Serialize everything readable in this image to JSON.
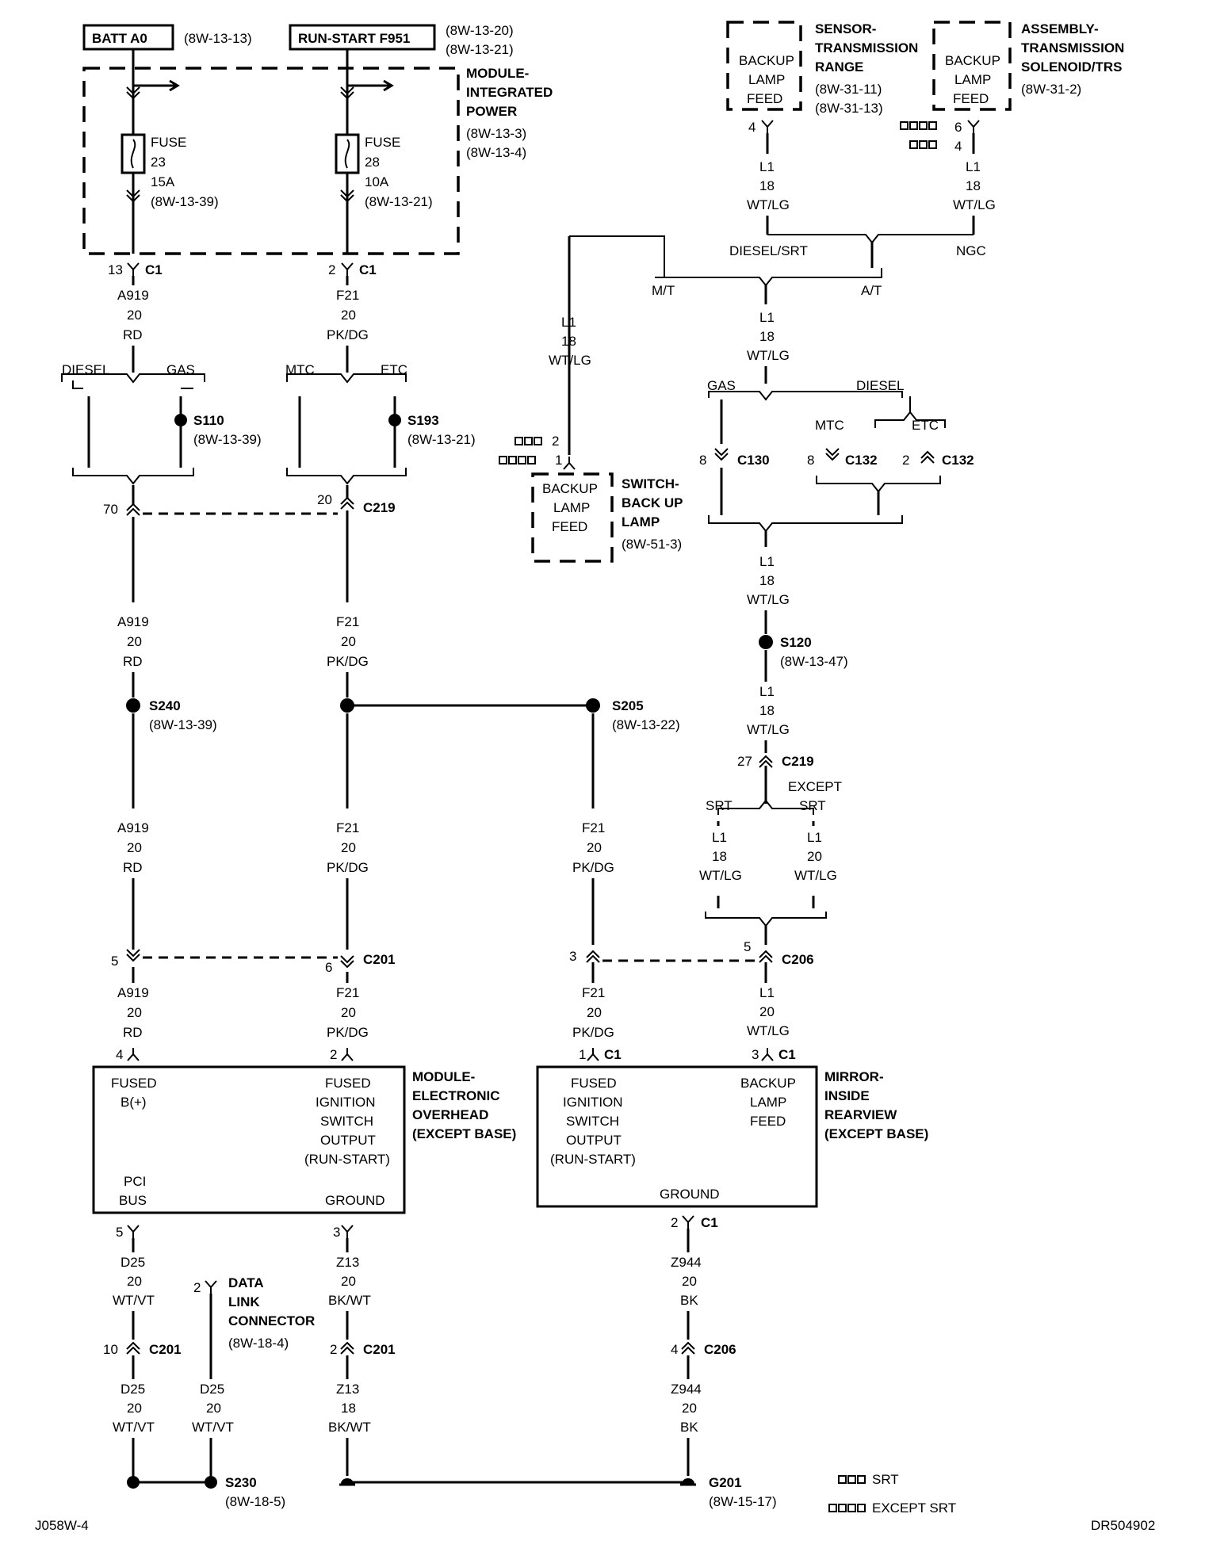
{
  "top": {
    "batt_label": "BATT A0",
    "batt_ref": "(8W-13-13)",
    "run_label": "RUN-START F951",
    "run_ref1": "(8W-13-20)",
    "run_ref2": "(8W-13-21)",
    "module_name": [
      "MODULE-",
      "INTEGRATED",
      "POWER"
    ],
    "module_ref1": "(8W-13-3)",
    "module_ref2": "(8W-13-4)",
    "fuse1": [
      "FUSE",
      "23",
      "15A",
      "(8W-13-39)"
    ],
    "fuse2": [
      "FUSE",
      "28",
      "10A",
      "(8W-13-21)"
    ],
    "c1_13": "13",
    "c1_2": "2",
    "c1": "C1"
  },
  "left_wires": {
    "a919": [
      "A919",
      "20",
      "RD"
    ],
    "f21": [
      "F21",
      "20",
      "PK/DG"
    ],
    "diesel": "DIESEL",
    "gas": "GAS",
    "mtc": "MTC",
    "etc": "ETC",
    "s110": "S110",
    "s110_ref": "(8W-13-39)",
    "s193": "S193",
    "s193_ref": "(8W-13-21)",
    "pin70": "70",
    "pin20": "20",
    "c219": "C219",
    "s240": "S240",
    "s240_ref": "(8W-13-39)",
    "s205": "S205",
    "s205_ref": "(8W-13-22)",
    "pin5": "5",
    "pin6": "6",
    "c201": "C201",
    "pin3": "3",
    "pin5b": "5",
    "c206": "C206",
    "pin4": "4",
    "pin2": "2",
    "pin1": "1",
    "pin3b": "3"
  },
  "right_top": {
    "sensor_box": [
      "BACKUP",
      "LAMP",
      "FEED"
    ],
    "sensor_name": [
      "SENSOR-",
      "TRANSMISSION",
      "RANGE"
    ],
    "sensor_ref1": "(8W-31-11)",
    "sensor_ref2": "(8W-31-13)",
    "assy_box": [
      "BACKUP",
      "LAMP",
      "FEED"
    ],
    "assy_name": [
      "ASSEMBLY-",
      "TRANSMISSION",
      "SOLENOID/TRS"
    ],
    "assy_ref": "(8W-31-2)",
    "pin4": "4",
    "pin6": "6",
    "pin4b": "4",
    "l1_18": [
      "L1",
      "18",
      "WT/LG"
    ],
    "l1_20": [
      "L1",
      "20",
      "WT/LG"
    ],
    "diesel_srt": "DIESEL/SRT",
    "ngc": "NGC",
    "mt": "M/T",
    "at": "A/T",
    "gas": "GAS",
    "diesel": "DIESEL",
    "mtc": "MTC",
    "etc": "ETC",
    "c130_pin": "8",
    "c130": "C130",
    "c132_pin8": "8",
    "c132_pin2": "2",
    "c132": "C132",
    "switch_box": [
      "BACKUP",
      "LAMP",
      "FEED"
    ],
    "switch_name": [
      "SWITCH-",
      "BACK UP",
      "LAMP"
    ],
    "switch_ref": "(8W-51-3)",
    "switch_pin2": "2",
    "switch_pin1": "1",
    "s120": "S120",
    "s120_ref": "(8W-13-47)",
    "c219_pin": "27",
    "c219": "C219",
    "srt": "SRT",
    "except_srt": [
      "EXCEPT",
      "SRT"
    ]
  },
  "modules": {
    "overhead_left": [
      "FUSED",
      "B(+)"
    ],
    "overhead_right": [
      "FUSED",
      "IGNITION",
      "SWITCH",
      "OUTPUT",
      "(RUN-START)"
    ],
    "overhead_pci": [
      "PCI",
      "BUS"
    ],
    "overhead_ground": "GROUND",
    "overhead_name": [
      "MODULE-",
      "ELECTRONIC",
      "OVERHEAD",
      "(EXCEPT BASE)"
    ],
    "mirror_left": [
      "FUSED",
      "IGNITION",
      "SWITCH",
      "OUTPUT",
      "(RUN-START)"
    ],
    "mirror_right": [
      "BACKUP",
      "LAMP",
      "FEED"
    ],
    "mirror_ground": "GROUND",
    "mirror_name": [
      "MIRROR-",
      "INSIDE",
      "REARVIEW",
      "(EXCEPT BASE)"
    ]
  },
  "bottom": {
    "pin5": "5",
    "pin3": "3",
    "pin2c1": "2",
    "c1": "C1",
    "d25": [
      "D25",
      "20",
      "WT/VT"
    ],
    "z13_20": [
      "Z13",
      "20",
      "BK/WT"
    ],
    "z13_18": [
      "Z13",
      "18",
      "BK/WT"
    ],
    "z944": [
      "Z944",
      "20",
      "BK"
    ],
    "dlc_pin": "2",
    "dlc_name": [
      "DATA",
      "LINK",
      "CONNECTOR"
    ],
    "dlc_ref": "(8W-18-4)",
    "pin10": "10",
    "c201": "C201",
    "pin2": "2",
    "pin4": "4",
    "c206": "C206",
    "s230": "S230",
    "s230_ref": "(8W-18-5)",
    "g201": "G201",
    "g201_ref": "(8W-15-17)"
  },
  "legend": {
    "srt": "SRT",
    "except_srt": "EXCEPT SRT"
  },
  "footer": {
    "left": "J058W-4",
    "right": "DR504902"
  }
}
